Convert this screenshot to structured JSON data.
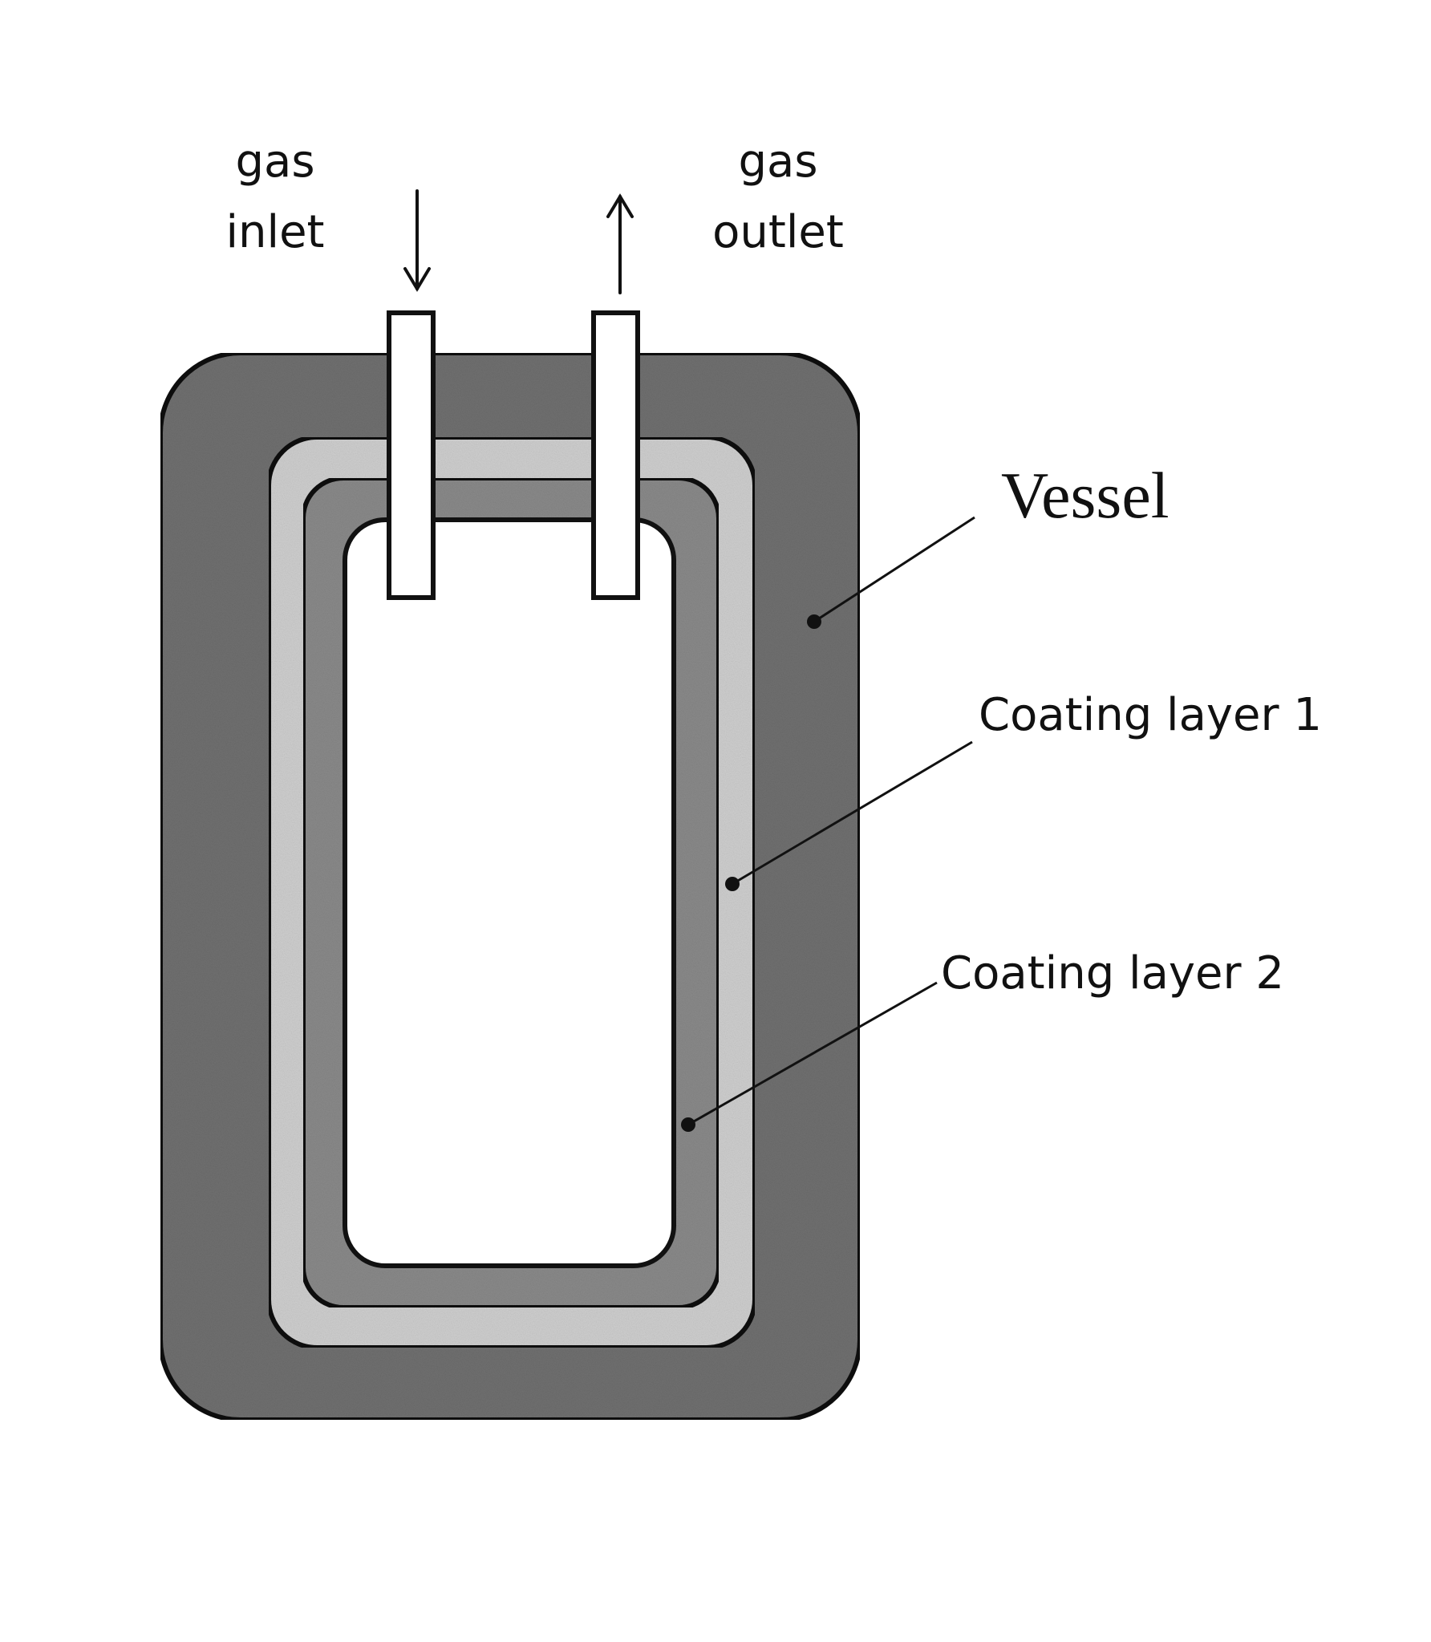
{
  "labels": {
    "gas_inlet_line1": "gas",
    "gas_inlet_line2": "inlet",
    "gas_outlet_line1": "gas",
    "gas_outlet_line2": "outlet",
    "vessel": "Vessel",
    "coating_layer_1": "Coating layer 1",
    "coating_layer_2": "Coating layer 2"
  },
  "colors": {
    "vessel": "#707070",
    "coating_layer_1": "#cfcfcf",
    "coating_layer_2": "#8a8a8a",
    "interior": "#ffffff",
    "outline": "#111111"
  },
  "icons": {
    "inlet_arrow": "arrow-down-icon",
    "outlet_arrow": "arrow-up-icon"
  }
}
